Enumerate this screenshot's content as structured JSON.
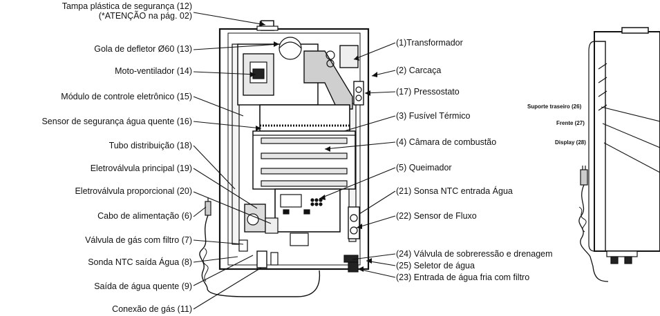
{
  "labels_left": {
    "tampa": "Tampa plástica de segurança (12)",
    "tampa_note": "(*ATENÇÃO na pág. 02)",
    "gola": "Gola de defletor Ø60 (13)",
    "moto": "Moto-ventilador (14)",
    "modulo": "Módulo de controle eletrônico (15)",
    "sensor_seg": "Sensor de segurança água quente (16)",
    "tubo": "Tubo distribuição (18)",
    "eletro_principal": "Eletroválvula principal (19)",
    "eletro_proporcional": "Eletroválvula proporcional (20)",
    "cabo": "Cabo de alimentação (6)",
    "valvula_gas": "Válvula de gás com filtro (7)",
    "sonda_saida": "Sonda NTC saída Água (8)",
    "saida_quente": "Saída de água quente (9)",
    "conexao_gas": "Conexão de gás (11)"
  },
  "labels_right": {
    "transformador": "(1)Transformador",
    "carcaca": "(2) Carcaça",
    "pressostato": "(17) Pressostato",
    "fusivel": "(3) Fusível Térmico",
    "camara": "(4) Câmara de combustão",
    "queimador": "(5) Queimador",
    "sonsa_entrada": "(21) Sonsa NTC entrada Água",
    "sensor_fluxo": "(22) Sensor de Fluxo",
    "valvula_sobrepressao": "(24) Válvula de sobreressão e drenagem",
    "seletor": "(25) Seletor de água",
    "entrada_fria": "(23) Entrada de água fria com filtro"
  },
  "labels_side": {
    "suporte": "Suporte traseiro (26)",
    "frente": "Frente (27)",
    "display": "Display (28)"
  },
  "colors": {
    "line": "#111111",
    "background": "#ffffff",
    "panel_fill": "#f4f4f4",
    "shade": "#d9d9d9"
  }
}
